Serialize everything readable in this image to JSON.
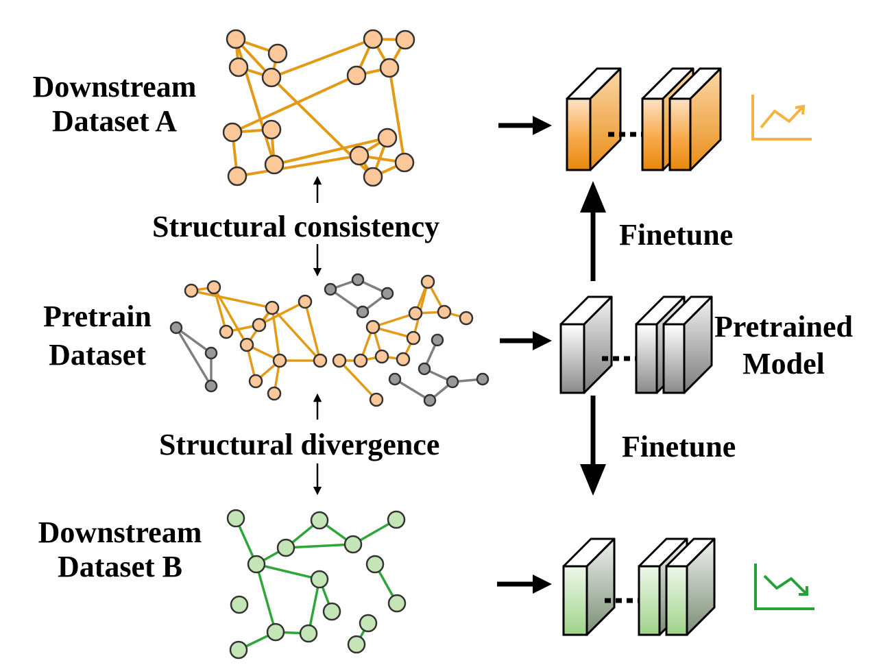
{
  "labels": {
    "downstream_a": [
      "Downstream",
      "Dataset A"
    ],
    "pretrain": [
      "Pretrain",
      "Dataset"
    ],
    "downstream_b": [
      "Downstream",
      "Dataset B"
    ],
    "consistency": "Structural consistency",
    "divergence": "Structural divergence",
    "finetune_top": "Finetune",
    "finetune_bottom": "Finetune",
    "pretrained_model": [
      "Pretrained",
      "Model"
    ]
  },
  "icons": {
    "trend_up": "trend-up-icon",
    "trend_down": "trend-down-icon"
  },
  "colors": {
    "orange_edge": "#e49a16",
    "orange_node": "#fcc89a",
    "gray_edge": "#7f7f7f",
    "gray_node": "#999999",
    "green_edge": "#2ea63a",
    "green_node": "#c4e5b6",
    "trend_up": "#f5b342",
    "trend_down": "#27a03a"
  }
}
